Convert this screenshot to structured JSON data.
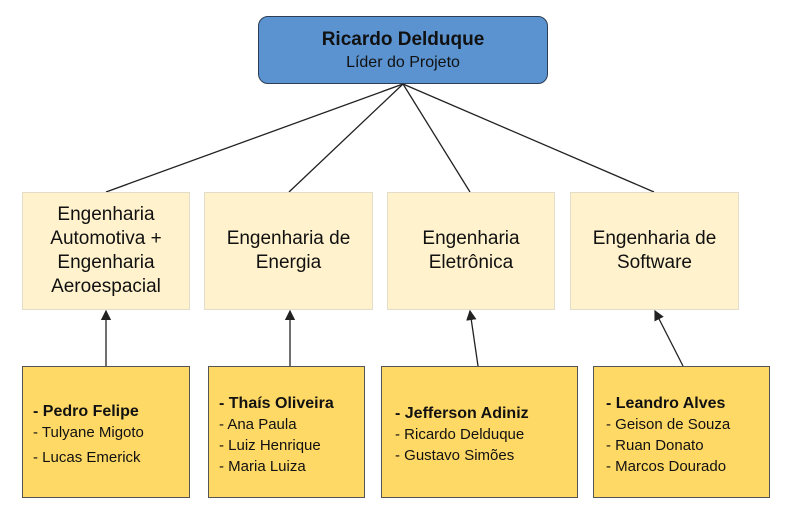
{
  "leader": {
    "name": "Ricardo Delduque",
    "role": "Líder do Projeto"
  },
  "departments": [
    {
      "label": "Engenharia\nAutomotiva +\nEngenharia\nAeroespacial"
    },
    {
      "label": "Engenharia de\nEnergia"
    },
    {
      "label": "Engenharia\nEletrônica"
    },
    {
      "label": "Engenharia de\nSoftware"
    }
  ],
  "teams": [
    {
      "lead": "- Pedro Felipe",
      "members": [
        "- Tulyane Migoto",
        "-  Lucas Emerick"
      ]
    },
    {
      "lead": "- Thaís Oliveira",
      "members": [
        "- Ana Paula",
        "- Luiz Henrique",
        "- Maria Luiza"
      ]
    },
    {
      "lead": "- Jefferson Adiniz",
      "members": [
        "- Ricardo Delduque",
        "- Gustavo Simões"
      ]
    },
    {
      "lead": "- Leandro Alves",
      "members": [
        "- Geison de Souza",
        "- Ruan Donato",
        "- Marcos Dourado"
      ]
    }
  ]
}
